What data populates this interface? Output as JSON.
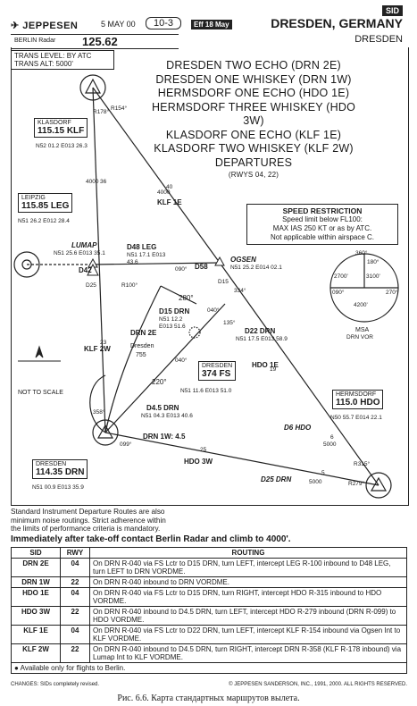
{
  "header": {
    "sid_tag": "SID",
    "brand": "JEPPESEN",
    "date": "5 MAY 00",
    "page": "10-3",
    "effective": "Eff 18 May",
    "airport": "DRESDEN, GERMANY",
    "airport_sub": "DRESDEN"
  },
  "frequency": {
    "label": "BERLIN Radar",
    "value": "125.62"
  },
  "transition": {
    "level": "TRANS LEVEL: BY ATC",
    "alt": "TRANS ALT: 5000'"
  },
  "titles": [
    "DRESDEN TWO ECHO (DRN 2E)",
    "DRESDEN ONE WHISKEY (DRN 1W)",
    "HERMSDORF ONE ECHO (HDO 1E)",
    "HERMSDORF THREE WHISKEY (HDO 3W)",
    "KLASDORF ONE ECHO (KLF 1E)",
    "KLASDORF TWO WHISKEY (KLF 2W)",
    "DEPARTURES"
  ],
  "titles_sub": "(RWYS 04, 22)",
  "speed": {
    "heading": "SPEED RESTRICTION",
    "line1": "Speed limit below FL100:",
    "line2": "MAX IAS 250 KT or as by ATC.",
    "line3": "Not applicable within airspace C."
  },
  "fixes": {
    "klasdorf": {
      "name": "KLASDORF",
      "freq": "115.15 KLF",
      "coord": "N52 01.2 E013 26.3"
    },
    "leipzig": {
      "name": "LEIPZIG",
      "freq": "115.85 LEG",
      "coord": "N51 26.2 E012 28.4"
    },
    "dresden_vor": {
      "name": "DRESDEN",
      "freq": "114.35 DRN",
      "coord": "N51 00.9 E013 35.9"
    },
    "dresden_ndb": {
      "name": "DRESDEN",
      "freq": "374 FS",
      "coord": "N51 11.6 E013 51.0"
    },
    "hermsdorf": {
      "name": "HERMSDORF",
      "freq": "115.0 HDO",
      "coord": "N50 55.7 E014 22.1"
    }
  },
  "waypoints": {
    "lumap": "LUMAP",
    "lumap_coord": "N51 25.6 E013 35.1",
    "d48leg": "D48 LEG",
    "d48leg_coord": "N51 17.1 E013 43.6",
    "ogsen": "OGSEN",
    "ogsen_coord": "N51 25.2 E014 02.1",
    "d15drn": "D15 DRN",
    "d15drn_coord": "N51 12.2 E013 51.6",
    "d22drn": "D22 DRN",
    "d22drn_coord": "N51 17.5 E013 58.9",
    "d45drn": "D4.5 DRN",
    "d45drn_coord": "N51 04.3 E013 40.6",
    "d6hdo": "D6 HDO",
    "d25drn": "D25 DRN",
    "d42": "D42",
    "d58": "D58",
    "dresden_lbl": "Dresden",
    "dresden_elev": "755",
    "not_to_scale": "NOT TO SCALE",
    "msa": "MSA",
    "msa_sub": "DRN VOR",
    "msa_alt1": "2700'",
    "msa_alt2": "3100'",
    "msa_alt3": "4200'",
    "msa_r1": "180°",
    "msa_r2": "090°",
    "msa_r3": "270°",
    "msa_r4": "360°"
  },
  "legs": {
    "r178": "R178°",
    "r154": "R154°",
    "r100": "R100°",
    "r315": "R315°",
    "r279": "R279°",
    "d36": "36",
    "d40": "40",
    "d4000a": "4000",
    "d4000b": "4000",
    "klf1e": "KLF 1E",
    "klf2w": "KLF 2W",
    "drn2e": "DRN 2E",
    "hdo1e": "HDO 1E",
    "hdo3w": "HDO 3W",
    "drn1w": "DRN 1W: 4.5",
    "h090": "090°",
    "h280": "280°",
    "h135": "135°",
    "h334": "334°",
    "h040a": "040°",
    "h220": "220°",
    "h040b": "040°",
    "h358": "358°",
    "h099": "099°",
    "n23": "23",
    "n19": "19",
    "n25": "25",
    "n6": "6",
    "n5": "5",
    "n5000a": "5000",
    "n5000b": "5000",
    "d25": "D25",
    "d15": "D15"
  },
  "notes": {
    "line1": "Standard Instrument Departure Routes are also",
    "line2": "minimum noise routings. Strict adherence within",
    "line3": "the limits of performance criteria is mandatory.",
    "bold": "Immediately after take-off contact Berlin Radar and climb to 4000'."
  },
  "table": {
    "headers": [
      "SID",
      "RWY",
      "ROUTING"
    ],
    "rows": [
      {
        "sid": "DRN 2E",
        "rwy": "04",
        "routing": "On DRN R-040 via FS Lctr to D15 DRN, turn LEFT, intercept LEG R-100 inbound to D48 LEG, turn LEFT to DRN VORDME."
      },
      {
        "sid": "DRN 1W",
        "rwy": "22",
        "routing": "On DRN R-040 inbound to DRN VORDME."
      },
      {
        "sid": "HDO 1E",
        "rwy": "04",
        "routing": "On DRN R-040 via FS Lctr to D15 DRN, turn RIGHT, intercept HDO R-315 inbound to HDO VORDME."
      },
      {
        "sid": "HDO 3W",
        "rwy": "22",
        "routing": "On DRN R-040 inbound to D4.5 DRN, turn LEFT, intercept HDO R-279 inbound (DRN R-099) to HDO VORDME."
      },
      {
        "sid": "KLF 1E",
        "rwy": "04",
        "routing": "On DRN R-040 via FS Lctr to D22 DRN, turn LEFT, intercept KLF R-154 inbound via Ogsen Int to KLF VORDME."
      },
      {
        "sid": "KLF 2W",
        "rwy": "22",
        "routing": "On DRN R-040 inbound to D4.5 DRN, turn RIGHT, intercept DRN R-358 (KLF R-178 inbound) via Lumap Int to KLF VORDME."
      }
    ],
    "footnote": "Available only for flights to Berlin."
  },
  "footer": {
    "changes": "CHANGES: SIDs completely revised.",
    "copyright": "© JEPPESEN SANDERSON, INC., 1991, 2000. ALL RIGHTS RESERVED."
  },
  "caption": "Рис. 6.6. Карта стандартных маршрутов вылета."
}
